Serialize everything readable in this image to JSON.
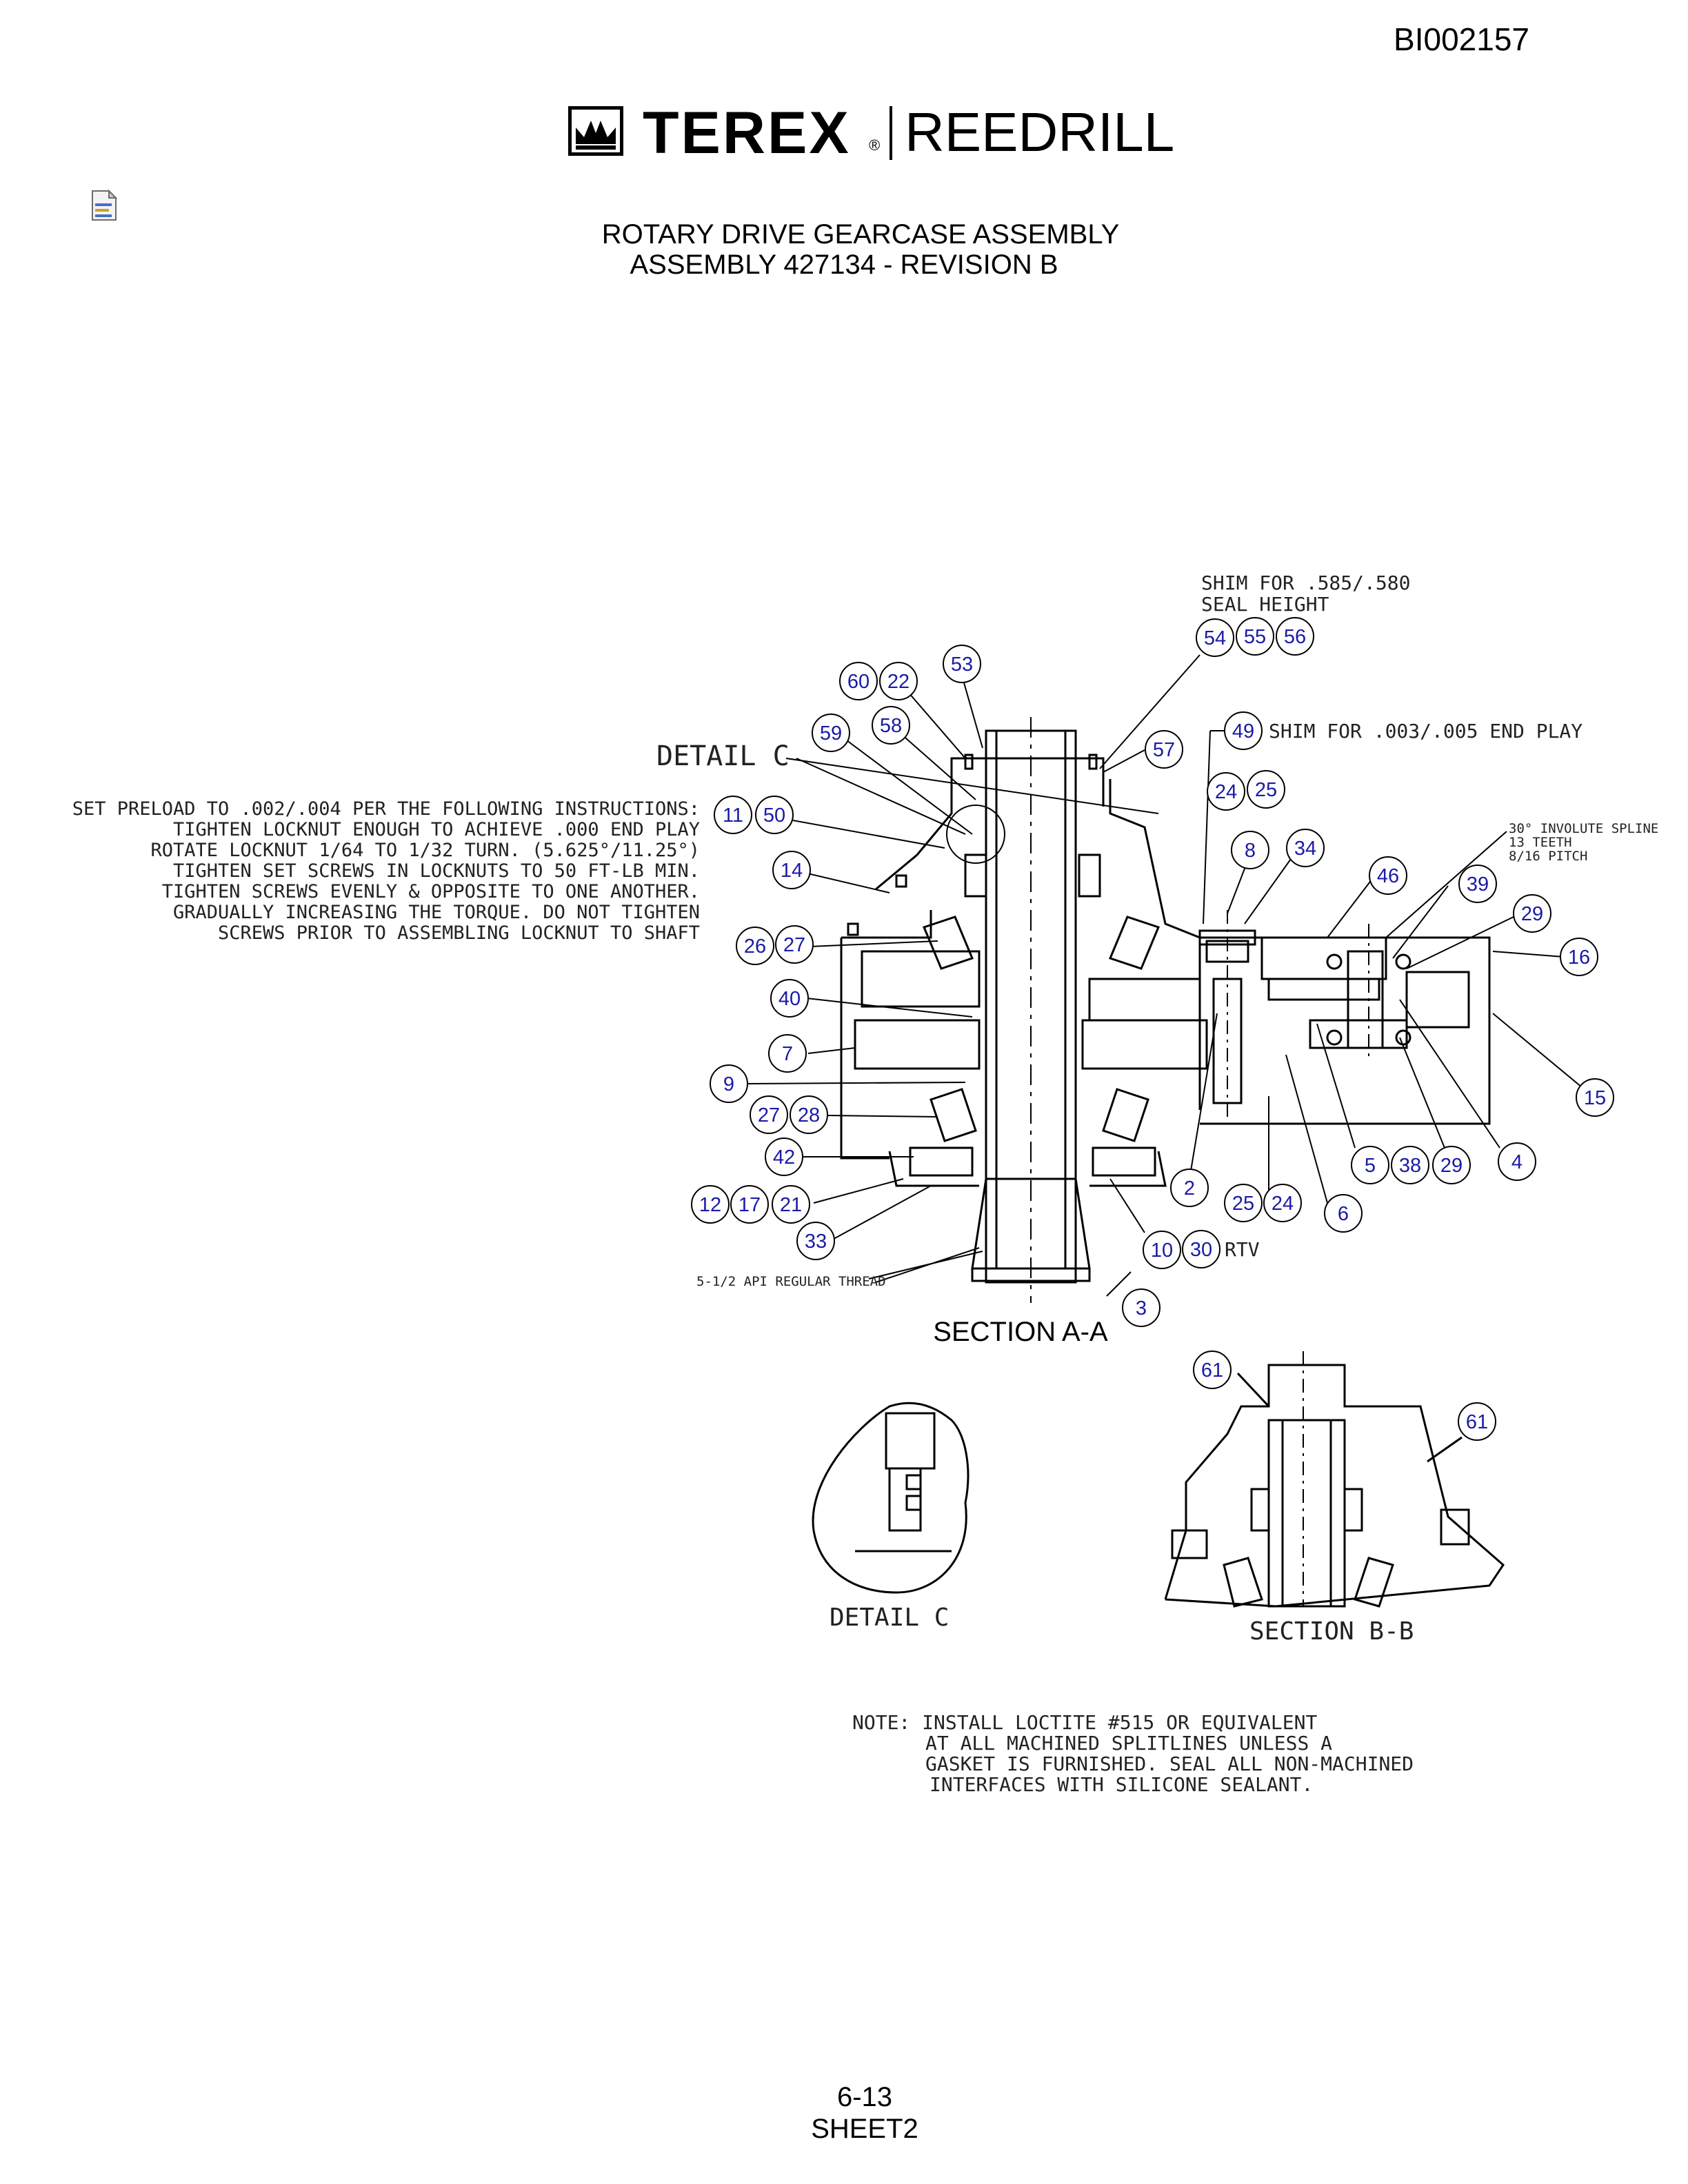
{
  "document_id": "BI002157",
  "brand": {
    "name": "TEREX",
    "registered_mark": "®",
    "division": "REEDRILL"
  },
  "icons": {
    "file": "document-icon",
    "logo": "terex-crown-logo"
  },
  "title_lines": [
    "ROTARY DRIVE GEARCASE ASSEMBLY",
    "ASSEMBLY 427134 - REVISION B"
  ],
  "notes": {
    "shim_seal": [
      "SHIM FOR .585/.580",
      "SEAL HEIGHT"
    ],
    "shim_end_play": "SHIM FOR .003/.005 END PLAY",
    "spline": [
      "30° INVOLUTE SPLINE",
      "13 TEETH",
      "8/16 PITCH"
    ],
    "preload": [
      "SET PRELOAD TO .002/.004 PER THE FOLLOWING INSTRUCTIONS:",
      "TIGHTEN LOCKNUT ENOUGH TO ACHIEVE .000 END PLAY",
      "ROTATE LOCKNUT 1/64 TO 1/32 TURN. (5.625°/11.25°)",
      "TIGHTEN SET SCREWS IN LOCKNUTS TO 50 FT-LB MIN.",
      "TIGHTEN SCREWS EVENLY & OPPOSITE TO ONE ANOTHER.",
      "GRADUALLY INCREASING THE TORQUE. DO NOT TIGHTEN",
      "SCREWS PRIOR TO ASSEMBLING LOCKNUT TO SHAFT"
    ],
    "thread": "5-1/2 API REGULAR THREAD",
    "rtv": "RTV",
    "loctite": [
      "NOTE:  INSTALL LOCTITE #515 OR EQUIVALENT",
      "AT ALL MACHINED SPLITLINES UNLESS A",
      "GASKET IS FURNISHED. SEAL ALL NON-MACHINED",
      "INTERFACES WITH SILICONE SEALANT."
    ]
  },
  "view_labels": {
    "detail_c_callout": "DETAIL  C",
    "section_aa": "SECTION A-A",
    "detail_c": "DETAIL  C",
    "section_bb": "SECTION   B-B"
  },
  "balloons": [
    "54",
    "55",
    "56",
    "53",
    "60",
    "22",
    "58",
    "59",
    "57",
    "49",
    "24",
    "25",
    "11",
    "50",
    "8",
    "34",
    "46",
    "39",
    "14",
    "29",
    "16",
    "26",
    "27",
    "40",
    "7",
    "9",
    "27",
    "28",
    "15",
    "42",
    "5",
    "38",
    "29",
    "4",
    "2",
    "12",
    "17",
    "21",
    "25",
    "24",
    "6",
    "33",
    "10",
    "30",
    "3",
    "61",
    "61"
  ],
  "footer": {
    "page": "6-13",
    "sheet": "SHEET2"
  },
  "colors": {
    "balloon": "#1a1aa8",
    "line": "#000000"
  }
}
